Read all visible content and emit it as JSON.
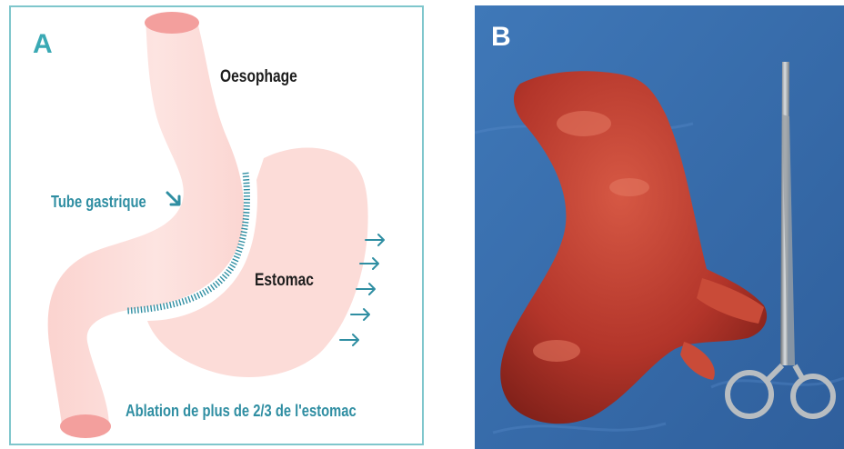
{
  "panel_a": {
    "letter": "A",
    "labels": {
      "oesophage": "Oesophage",
      "tube_gastrique": "Tube gastrique",
      "estomac": "Estomac",
      "caption": "Ablation de plus de 2/3 de l'estomac"
    },
    "icons": [
      "arrow-down-right-icon",
      "arrow-right-icon"
    ],
    "colors": {
      "border": "#7fc6cc",
      "organ": "#fcdcd8",
      "organ_edge": "#f39f9d",
      "accent_blue": "#2f8ea2",
      "letter": "#3aa9b4"
    }
  },
  "panel_b": {
    "letter": "B",
    "colors": {
      "drape": "#3a6fae",
      "tissue": "#b3352a"
    }
  }
}
